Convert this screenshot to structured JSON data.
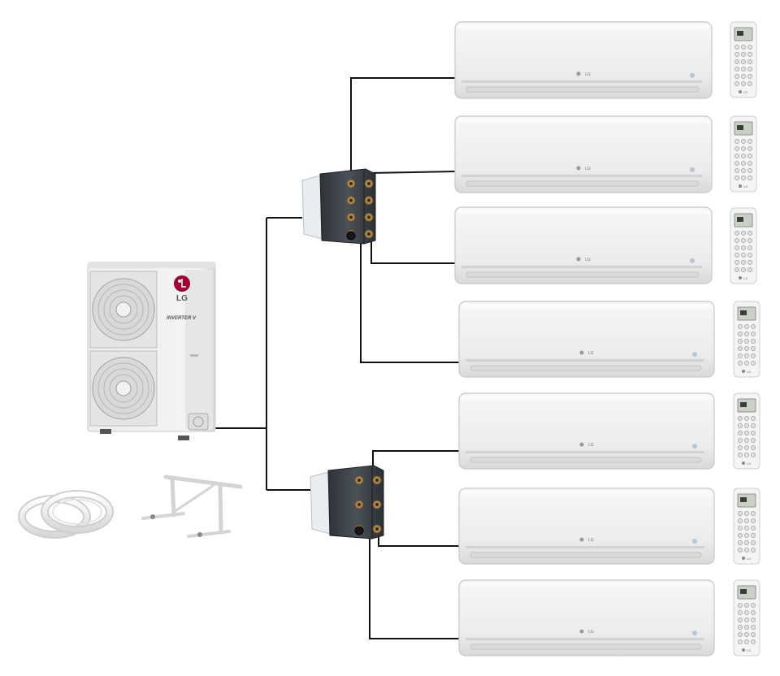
{
  "outdoor_unit": {
    "brand_text": "LG",
    "series_text": "INVERTER V"
  },
  "branch_boxes": [
    {
      "id": "top",
      "ports": 4
    },
    {
      "id": "bottom",
      "ports": 3
    }
  ],
  "indoor_units": [
    {
      "branch": "top",
      "logo_text": "LG"
    },
    {
      "branch": "top",
      "logo_text": "LG"
    },
    {
      "branch": "top",
      "logo_text": "LG"
    },
    {
      "branch": "top",
      "logo_text": "LG"
    },
    {
      "branch": "bottom",
      "logo_text": "LG"
    },
    {
      "branch": "bottom",
      "logo_text": "LG"
    },
    {
      "branch": "bottom",
      "logo_text": "LG"
    }
  ],
  "remotes": {
    "count": 7,
    "logo_text": "LG"
  },
  "accessories": [
    "copper-pipe-coils-icon",
    "wall-bracket-icon"
  ],
  "colors": {
    "line": "#111111",
    "unit_body": "#eeeeee",
    "unit_shadow": "#c9c9c9",
    "branch_box": "#3c4248",
    "brass": "#b08a4a",
    "brand_red": "#a50034"
  }
}
